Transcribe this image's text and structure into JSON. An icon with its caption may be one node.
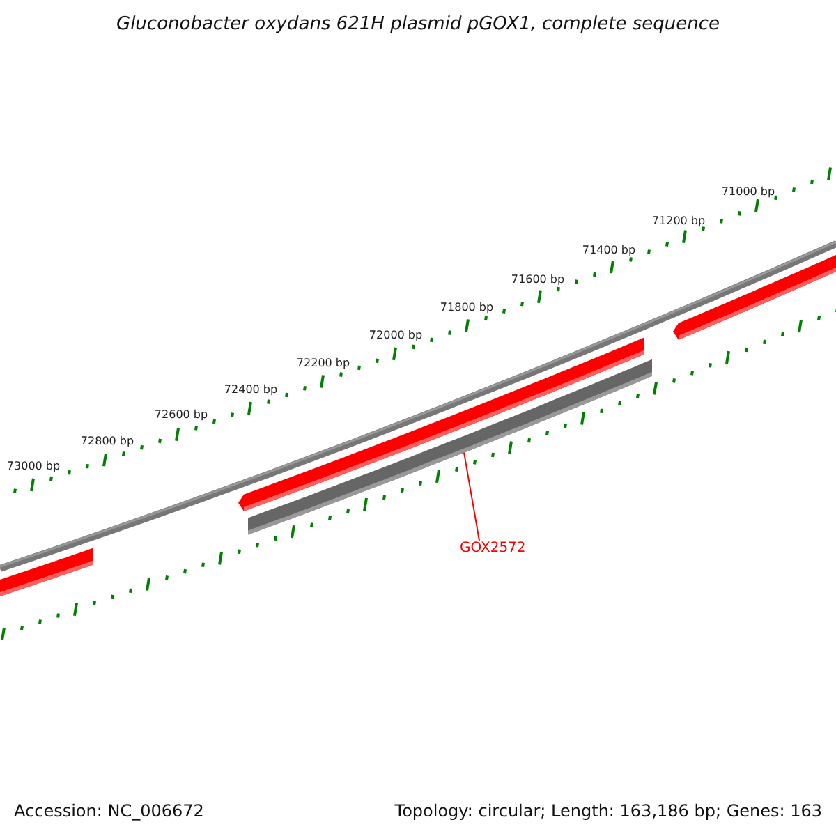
{
  "diagram": {
    "title": "Gluconobacter oxydans 621H plasmid pGOX1, complete sequence",
    "nodes": [
      {
        "text": [
          "GOX2572"
        ]
      },
      {
        "text": [],
        "shape": "bar"
      }
    ],
    "edges": [
      {
        "from": 0,
        "to": 1,
        "arrow": "none"
      }
    ],
    "labels": [
      "71000 bp",
      "71200 bp",
      "71400 bp",
      "71600 bp",
      "71800 bp",
      "72000 bp",
      "72200 bp",
      "72400 bp",
      "72600 bp",
      "72800 bp",
      "73000 bp",
      "Accession: NC_006672",
      "Topology: circular; Length: 163,186 bp; Genes: 163"
    ]
  }
}
